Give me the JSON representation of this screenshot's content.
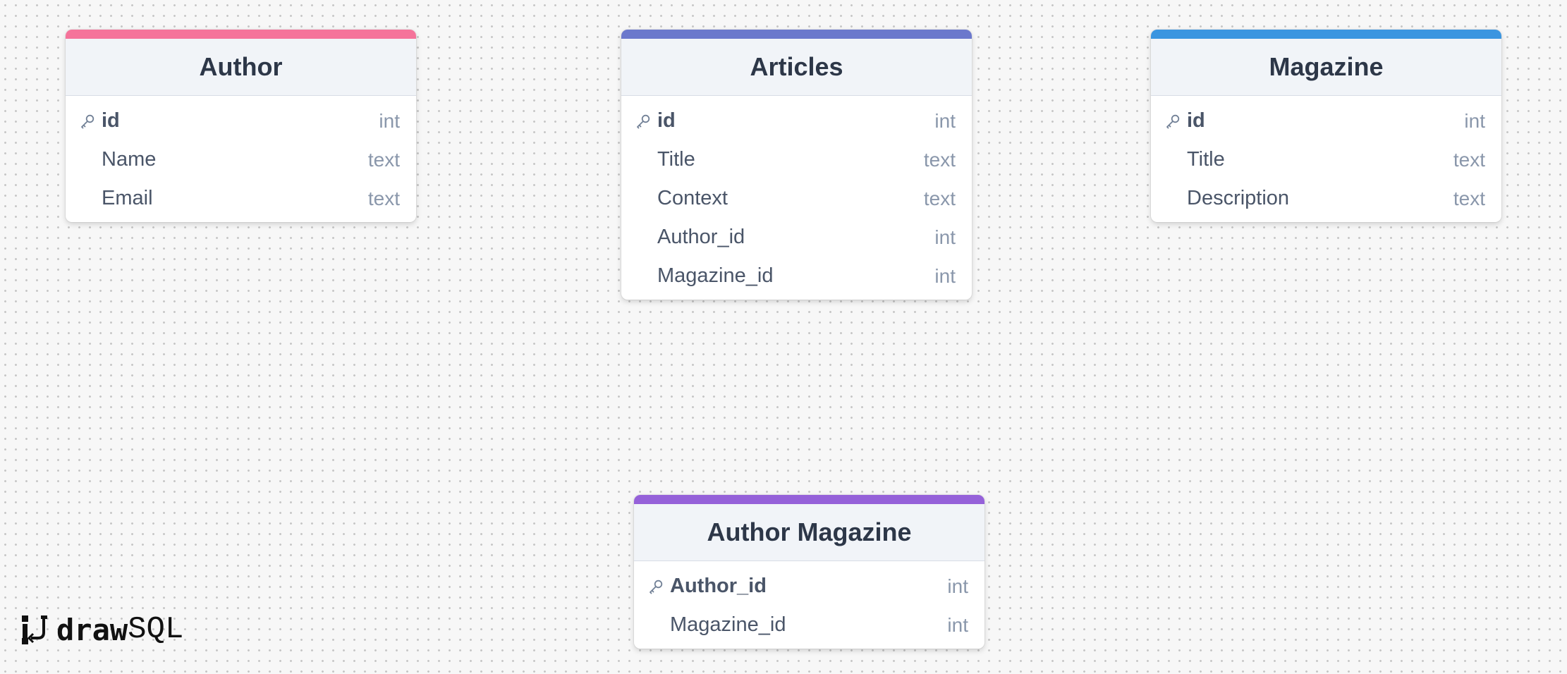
{
  "tables": [
    {
      "title": "Author",
      "accent_color": "#f5739a",
      "columns": [
        {
          "name": "id",
          "type": "int",
          "primary_key": true
        },
        {
          "name": "Name",
          "type": "text",
          "primary_key": false
        },
        {
          "name": "Email",
          "type": "text",
          "primary_key": false
        }
      ]
    },
    {
      "title": "Articles",
      "accent_color": "#6b78cc",
      "columns": [
        {
          "name": "id",
          "type": "int",
          "primary_key": true
        },
        {
          "name": "Title",
          "type": "text",
          "primary_key": false
        },
        {
          "name": "Context",
          "type": "text",
          "primary_key": false
        },
        {
          "name": "Author_id",
          "type": "int",
          "primary_key": false
        },
        {
          "name": "Magazine_id",
          "type": "int",
          "primary_key": false
        }
      ]
    },
    {
      "title": "Magazine",
      "accent_color": "#3b95e0",
      "columns": [
        {
          "name": "id",
          "type": "int",
          "primary_key": true
        },
        {
          "name": "Title",
          "type": "text",
          "primary_key": false
        },
        {
          "name": "Description",
          "type": "text",
          "primary_key": false
        }
      ]
    },
    {
      "title": "Author Magazine",
      "accent_color": "#9561d9",
      "columns": [
        {
          "name": "Author_id",
          "type": "int",
          "primary_key": true
        },
        {
          "name": "Magazine_id",
          "type": "int",
          "primary_key": false
        }
      ]
    }
  ],
  "logo": {
    "icon": "drawsql-logo-icon",
    "text_bold": "draw",
    "text_light": "SQL"
  }
}
